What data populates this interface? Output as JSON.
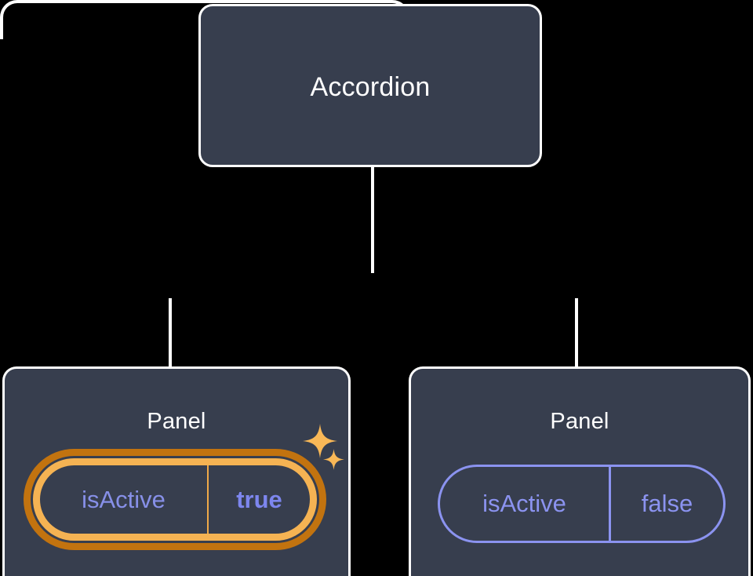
{
  "diagram": {
    "type": "component-tree",
    "background_color": "#000000",
    "node_fill": "#373E4E",
    "node_stroke": "#FFFFFF",
    "connector_color": "#FFFFFF",
    "root": {
      "title": "Accordion"
    },
    "children": [
      {
        "title": "Panel",
        "state": "active",
        "highlighted": true,
        "prop": {
          "key": "isActive",
          "value": "true",
          "key_color": "#8790E8",
          "value_color": "#7D86EE",
          "outer_ring_color": "#C2730F",
          "inner_ring_color": "#F5B353",
          "value_bold": true
        },
        "decorations": [
          {
            "name": "sparkle-big",
            "color": "#F9B857"
          },
          {
            "name": "sparkle-small",
            "color": "#F9B857"
          }
        ]
      },
      {
        "title": "Panel",
        "state": "inactive",
        "highlighted": false,
        "prop": {
          "key": "isActive",
          "value": "false",
          "key_color": "#8B93F0",
          "value_color": "#8B93F0",
          "border_color": "#8B93F0",
          "value_bold": false
        },
        "decorations": []
      }
    ]
  }
}
